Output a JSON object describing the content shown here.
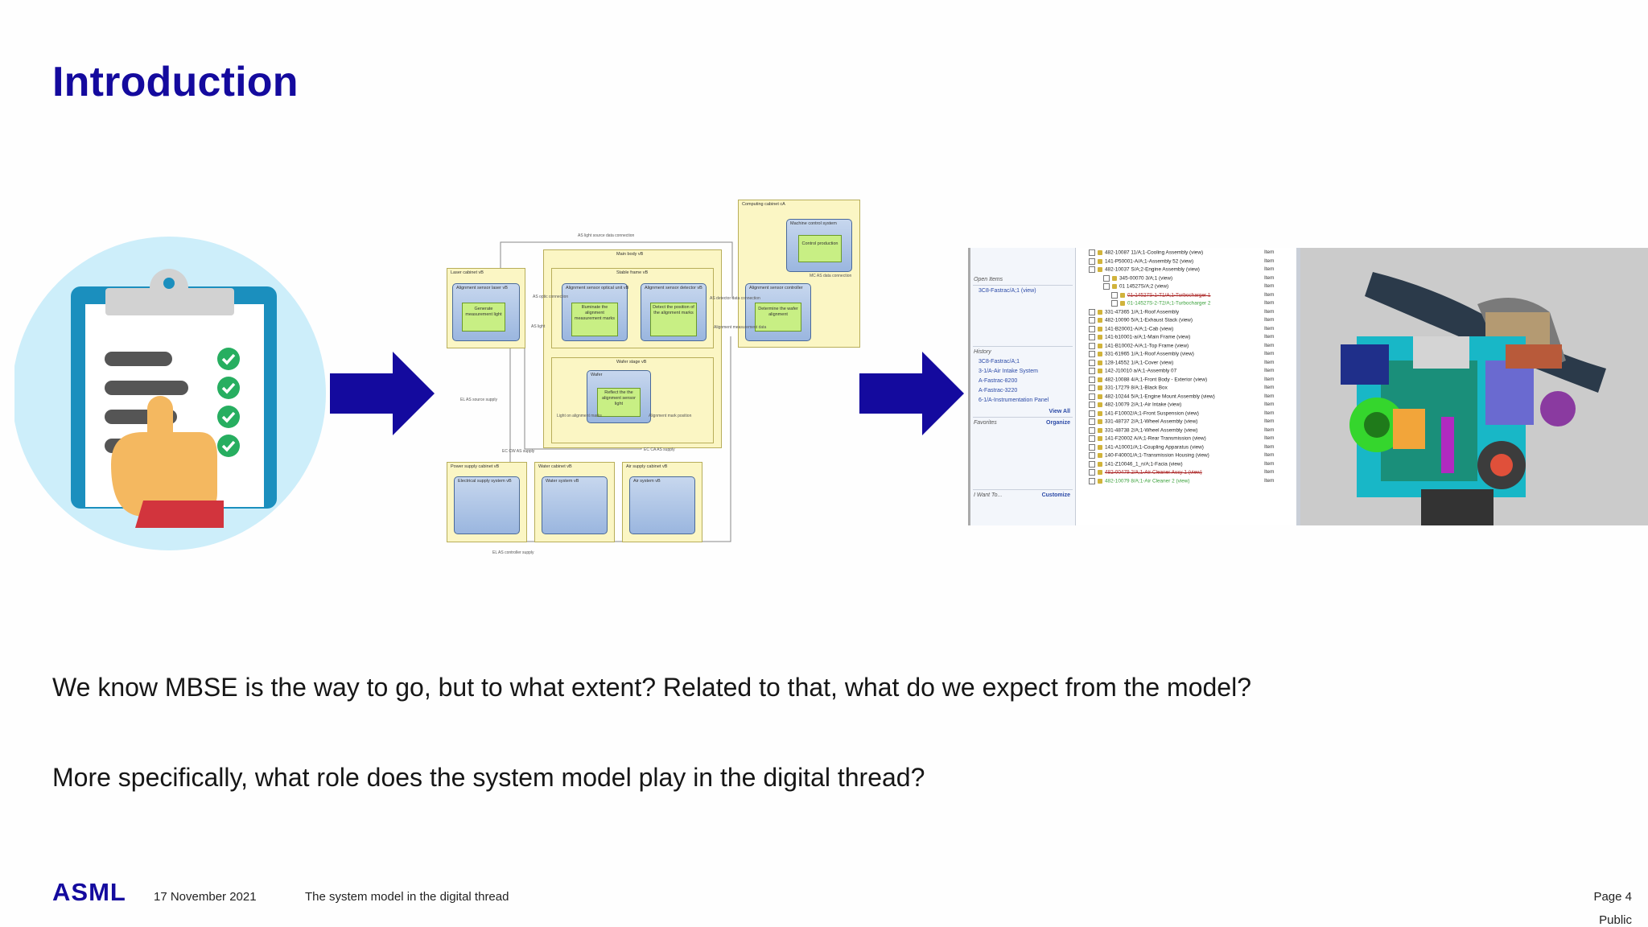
{
  "slide": {
    "title": "Introduction",
    "question_1": "We know MBSE is the way to go, but to what extent? Related to that, what do we expect from the model?",
    "question_2": "More specifically, what role does the system model play in the digital thread?"
  },
  "footer": {
    "logo": "ASML",
    "date": "17 November 2021",
    "topic": "The system model in the digital thread",
    "page": "Page 4",
    "classification": "Public"
  },
  "colors": {
    "brand_blue": "#140a9e",
    "check_green": "#27ae60",
    "diagram_yellow": "#fbf6c4",
    "diagram_green": "#c8ef84"
  },
  "icons": [
    "clipboard-icon",
    "check-icon",
    "pointing-hand-icon",
    "arrow-right-icon"
  ],
  "diagram": {
    "blocks": {
      "computing_cabinet": "Computing cabinet cA",
      "machine_control": "Machine control system",
      "control_production": "Control production",
      "main_body": "Main body vB",
      "stable_frame": "Stable frame vB",
      "laser_cabinet": "Laser cabinet vB",
      "alignment_sensor_laser": "Alignment sensor laser vB",
      "generate_light": "Generate measurement light",
      "alignment_sensor_optical": "Alignment sensor optical unit vB",
      "illuminate_mark": "Illuminate the alignment measurement marks",
      "alignment_sensor_detector": "Alignment sensor detector vB",
      "detect_position": "Detect the position of the alignment marks",
      "alignment_sensor_controller": "Alignment sensor controller",
      "determine_wafer": "Determine the wafer alignment",
      "wafer_stage": "Wafer stage vB",
      "wafer": "Wafer",
      "reflect_light": "Reflect the the alignment sensor light",
      "power_supply_cabinet": "Power supply cabinet vB",
      "electrical_supply": "Electrical supply system vB",
      "water_cabinet": "Water cabinet vB",
      "water_system": "Water system vB",
      "air_supply_cabinet": "Air supply cabinet vB",
      "air_system": "Air system vB"
    },
    "labels": {
      "light_source_data": "AS light source data connection",
      "as_optic": "AS optic connection",
      "as_light": "AS light",
      "detector_data": "AS detector data connection",
      "alignment_data": "Alignment measurement data",
      "mc_as": "MC AS data connection",
      "light_on_marks": "Light on alignment marks",
      "alignment_mark_position": "Alignment mark position",
      "as_source_supply": "EL AS source supply",
      "ec_cw": "EC CW AS supply",
      "ec_ca": "EC CA AS supply",
      "el_controller": "EL AS controller supply"
    }
  },
  "plm_screenshot": {
    "nav": {
      "open_items": "Open Items",
      "open_item_1": "3C8-Fastrac/A;1 (view)",
      "history": "History",
      "history_items": [
        "3C8-Fastrac/A;1",
        "3-1/A-Air Intake System",
        "A-Fastrac-8200",
        "A-Fastrac-3220",
        "6-1/A-Instrumentation Panel"
      ],
      "view_all": "View All",
      "favorites": "Favorites",
      "organize": "Organize",
      "i_want_to": "I Want To...",
      "customize": "Customize"
    },
    "tree_rows": [
      "482-10087 11/A;1-Cooling Assembly (view)",
      "141-P50001-A/A;1-Assembly 52 (view)",
      "482-10037 S/A;2-Engine Assembly (view)",
      "345-00070 3/A;1 (view)",
      "01 14527S/A;2 (view)",
      "01-14527S-1-T1/A;1-Turbocharger 1",
      "01-14527S-2-T2/A;1-Turbocharger 2",
      "331-47365 1/A;1-Roof Assembly",
      "482-10090 5/A;1-Exhaust Stack (view)",
      "141-B20001-A/A;1-Cab (view)",
      "141-b10001-a/A;1-Main Frame (view)",
      "141-B10002-A/A;1-Top Frame (view)",
      "331-61965 1/A;1-Roof Assembly (view)",
      "128-14552 1/A;1-Cover (view)",
      "142-J10010 a/A;1-Assembly 07",
      "482-10088 4/A;1-Front Body - Exterior (view)",
      "331-17279 8/A;1-Black Box",
      "482-10244 5/A;1-Engine Mount Assembly (view)",
      "482-10079 2/A;1-Air Intake (view)",
      "141-F10002/A;1-Front Suspension (view)",
      "331-48737 2/A;1-Wheel Assembly (view)",
      "331-48738 2/A;1-Wheel Assembly (view)",
      "141-F20002 A/A;1-Rear Transmission (view)",
      "141-A10001/A;1-Coupling Apparatus (view)",
      "140-F40001/A;1-Transmission Housing (view)",
      "141-Z10046_1_n/A;1-Facia (view)",
      "482-00479 2/A;1-Air Cleaner Assy 1 (view)",
      "482-10079 8/A;1-Air Cleaner 2 (view)"
    ],
    "type_label": "Item"
  }
}
